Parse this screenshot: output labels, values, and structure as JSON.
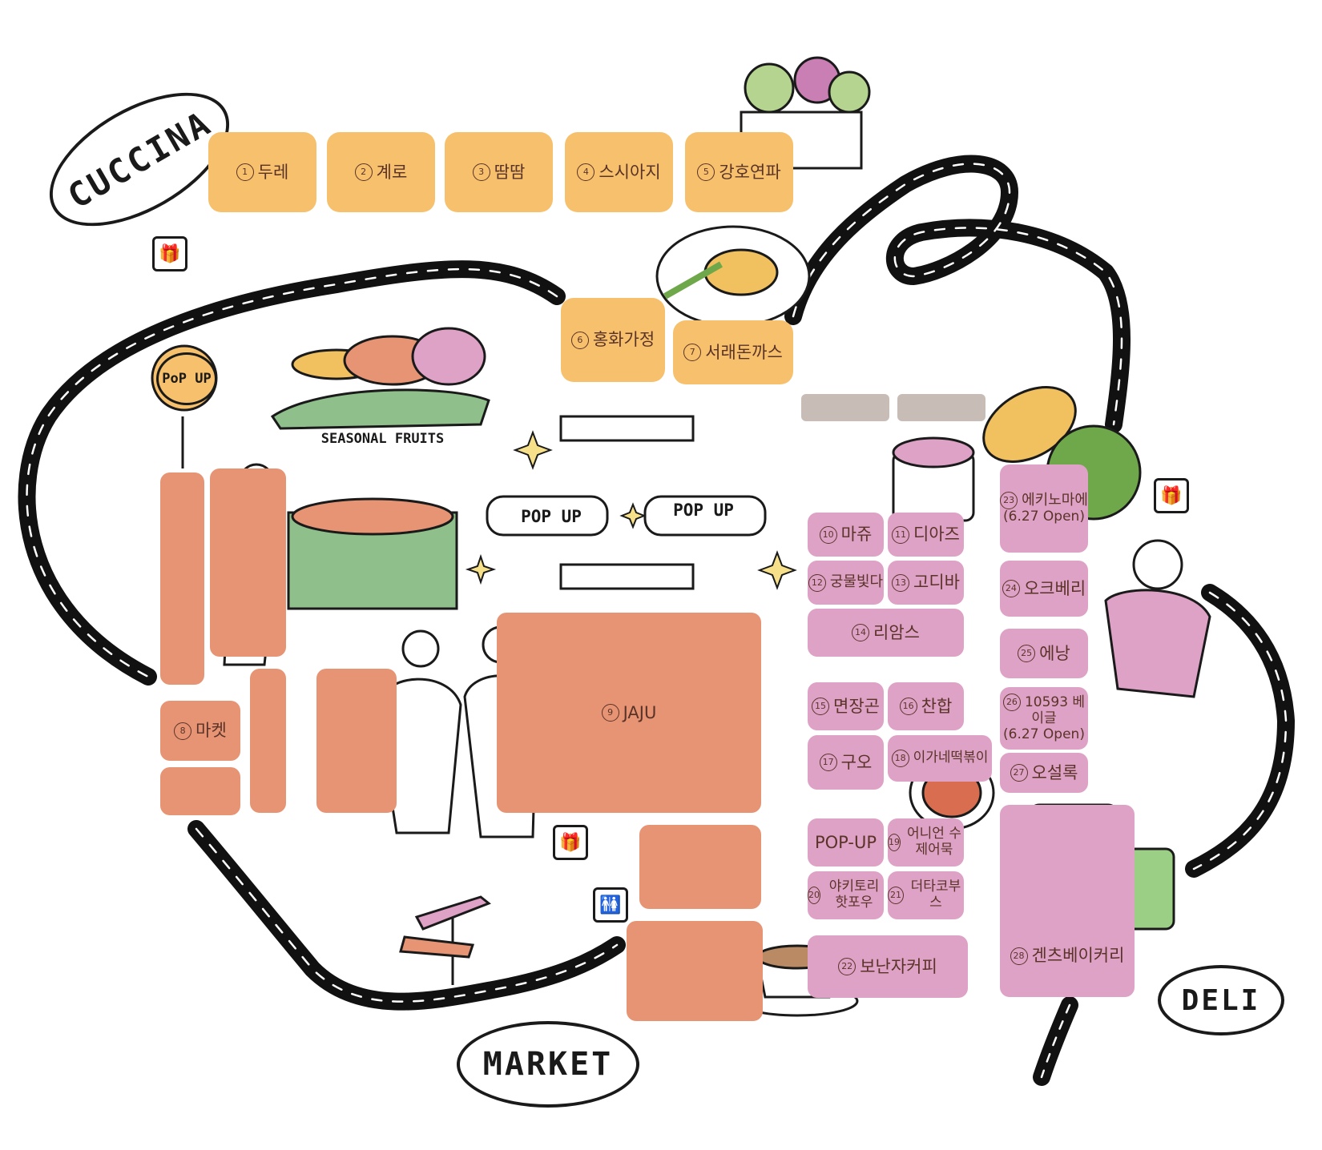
{
  "zones": {
    "cuccina": "CUCCINA",
    "market": "MARKET",
    "deli": "DELI"
  },
  "popup_sign": "PoP UP",
  "seasonal_sign": "SEASONAL FRUITS",
  "banners": {
    "left": "POP UP",
    "right": "POP UP"
  },
  "cuccina_stalls": [
    {
      "num": "1",
      "name": "두레"
    },
    {
      "num": "2",
      "name": "계로"
    },
    {
      "num": "3",
      "name": "땀땀"
    },
    {
      "num": "4",
      "name": "스시아지"
    },
    {
      "num": "5",
      "name": "강호연파"
    },
    {
      "num": "6",
      "name": "홍화가정"
    },
    {
      "num": "7",
      "name": "서래돈까스"
    }
  ],
  "market_stalls": [
    {
      "num": "8",
      "name": "마켓"
    },
    {
      "num": "9",
      "name": "JAJU"
    }
  ],
  "deli_stalls": [
    {
      "num": "10",
      "name": "마쥬"
    },
    {
      "num": "11",
      "name": "디아즈"
    },
    {
      "num": "12",
      "name": "궁물빛다"
    },
    {
      "num": "13",
      "name": "고디바"
    },
    {
      "num": "14",
      "name": "리암스"
    },
    {
      "num": "15",
      "name": "면장곤"
    },
    {
      "num": "16",
      "name": "찬합"
    },
    {
      "num": "17",
      "name": "구오"
    },
    {
      "num": "18",
      "name": "이가네떡볶이"
    },
    {
      "num": "",
      "name": "POP-UP"
    },
    {
      "num": "19",
      "name": "어니언 수제어묵"
    },
    {
      "num": "20",
      "name": "야키토리 핫포우"
    },
    {
      "num": "21",
      "name": "더타코부스"
    },
    {
      "num": "22",
      "name": "보난자커피"
    },
    {
      "num": "23",
      "name": "에키노마에",
      "note": "(6.27 Open)"
    },
    {
      "num": "24",
      "name": "오크베리"
    },
    {
      "num": "25",
      "name": "에낭"
    },
    {
      "num": "26",
      "name": "10593 베이글",
      "note": "(6.27 Open)"
    },
    {
      "num": "27",
      "name": "오설록"
    },
    {
      "num": "28",
      "name": "겐츠베이커리"
    }
  ],
  "icons": {
    "gift": "gift-box-icon",
    "restroom": "restroom-icon"
  },
  "colors": {
    "cuccina": "#f7c06d",
    "market": "#e69474",
    "deli": "#dea2c6",
    "grey_block": "#c8bdb6",
    "road": "#111111"
  }
}
